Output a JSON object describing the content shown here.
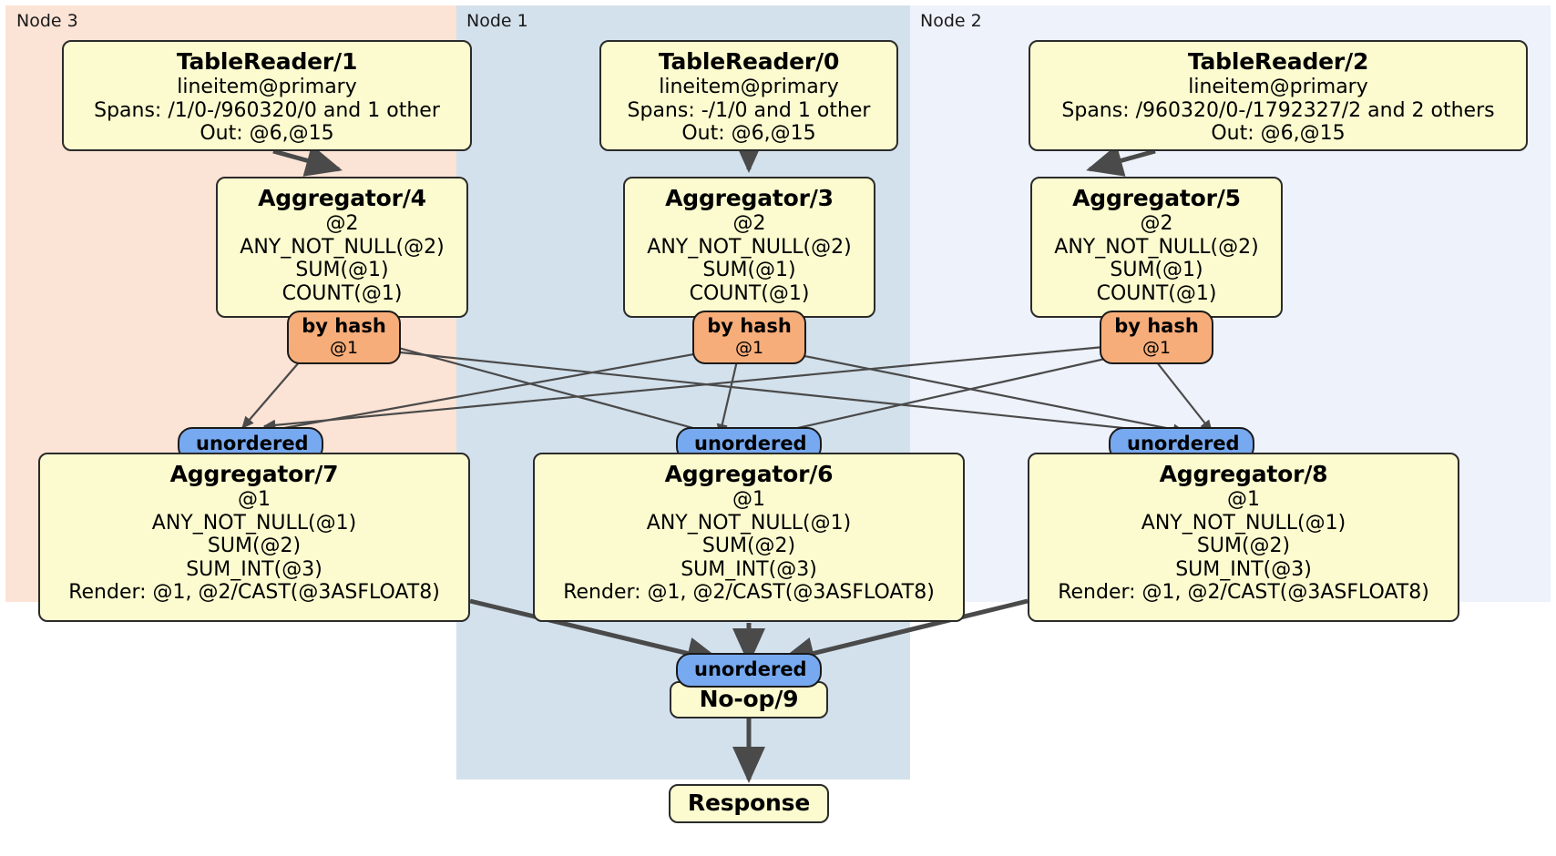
{
  "diagram": {
    "type": "distributed-query-plan",
    "colors": {
      "node3_bg": "#fbe3d5",
      "node1_bg": "#d3e1ec",
      "node2_bg": "#eef2fb",
      "processor_box": "#fbfbcf",
      "hash_stage": "#f7ad79",
      "unordered_stage": "#77a9f0",
      "edge": "#4a4a4a",
      "border": "#2b2b2b"
    }
  },
  "regions": [
    {
      "id": "node3",
      "label": "Node 3"
    },
    {
      "id": "node1",
      "label": "Node 1"
    },
    {
      "id": "node2",
      "label": "Node 2"
    }
  ],
  "processors": {
    "tablereader1": {
      "title": "TableReader/1",
      "lines": [
        "lineitem@primary",
        "Spans: /1/0-/960320/0 and 1 other",
        "Out: @6,@15"
      ]
    },
    "tablereader0": {
      "title": "TableReader/0",
      "lines": [
        "lineitem@primary",
        "Spans: -/1/0 and 1 other",
        "Out: @6,@15"
      ]
    },
    "tablereader2": {
      "title": "TableReader/2",
      "lines": [
        "lineitem@primary",
        "Spans: /960320/0-/1792327/2 and 2 others",
        "Out: @6,@15"
      ]
    },
    "aggregator4": {
      "title": "Aggregator/4",
      "lines": [
        "@2",
        "ANY_NOT_NULL(@2)",
        "SUM(@1)",
        "COUNT(@1)"
      ]
    },
    "aggregator3": {
      "title": "Aggregator/3",
      "lines": [
        "@2",
        "ANY_NOT_NULL(@2)",
        "SUM(@1)",
        "COUNT(@1)"
      ]
    },
    "aggregator5": {
      "title": "Aggregator/5",
      "lines": [
        "@2",
        "ANY_NOT_NULL(@2)",
        "SUM(@1)",
        "COUNT(@1)"
      ]
    },
    "aggregator7": {
      "title": "Aggregator/7",
      "lines": [
        "@1",
        "ANY_NOT_NULL(@1)",
        "SUM(@2)",
        "SUM_INT(@3)",
        "Render: @1, @2/CAST(@3ASFLOAT8)"
      ]
    },
    "aggregator6": {
      "title": "Aggregator/6",
      "lines": [
        "@1",
        "ANY_NOT_NULL(@1)",
        "SUM(@2)",
        "SUM_INT(@3)",
        "Render: @1, @2/CAST(@3ASFLOAT8)"
      ]
    },
    "aggregator8": {
      "title": "Aggregator/8",
      "lines": [
        "@1",
        "ANY_NOT_NULL(@1)",
        "SUM(@2)",
        "SUM_INT(@3)",
        "Render: @1, @2/CAST(@3ASFLOAT8)"
      ]
    },
    "noop9": {
      "title": "No-op/9",
      "lines": []
    },
    "response": {
      "title": "Response",
      "lines": []
    }
  },
  "stages": {
    "hash_left": {
      "label": "by hash",
      "sublabel": "@1"
    },
    "hash_mid": {
      "label": "by hash",
      "sublabel": "@1"
    },
    "hash_right": {
      "label": "by hash",
      "sublabel": "@1"
    },
    "unordered_left": {
      "label": "unordered"
    },
    "unordered_mid": {
      "label": "unordered"
    },
    "unordered_right": {
      "label": "unordered"
    },
    "unordered_final": {
      "label": "unordered"
    }
  }
}
